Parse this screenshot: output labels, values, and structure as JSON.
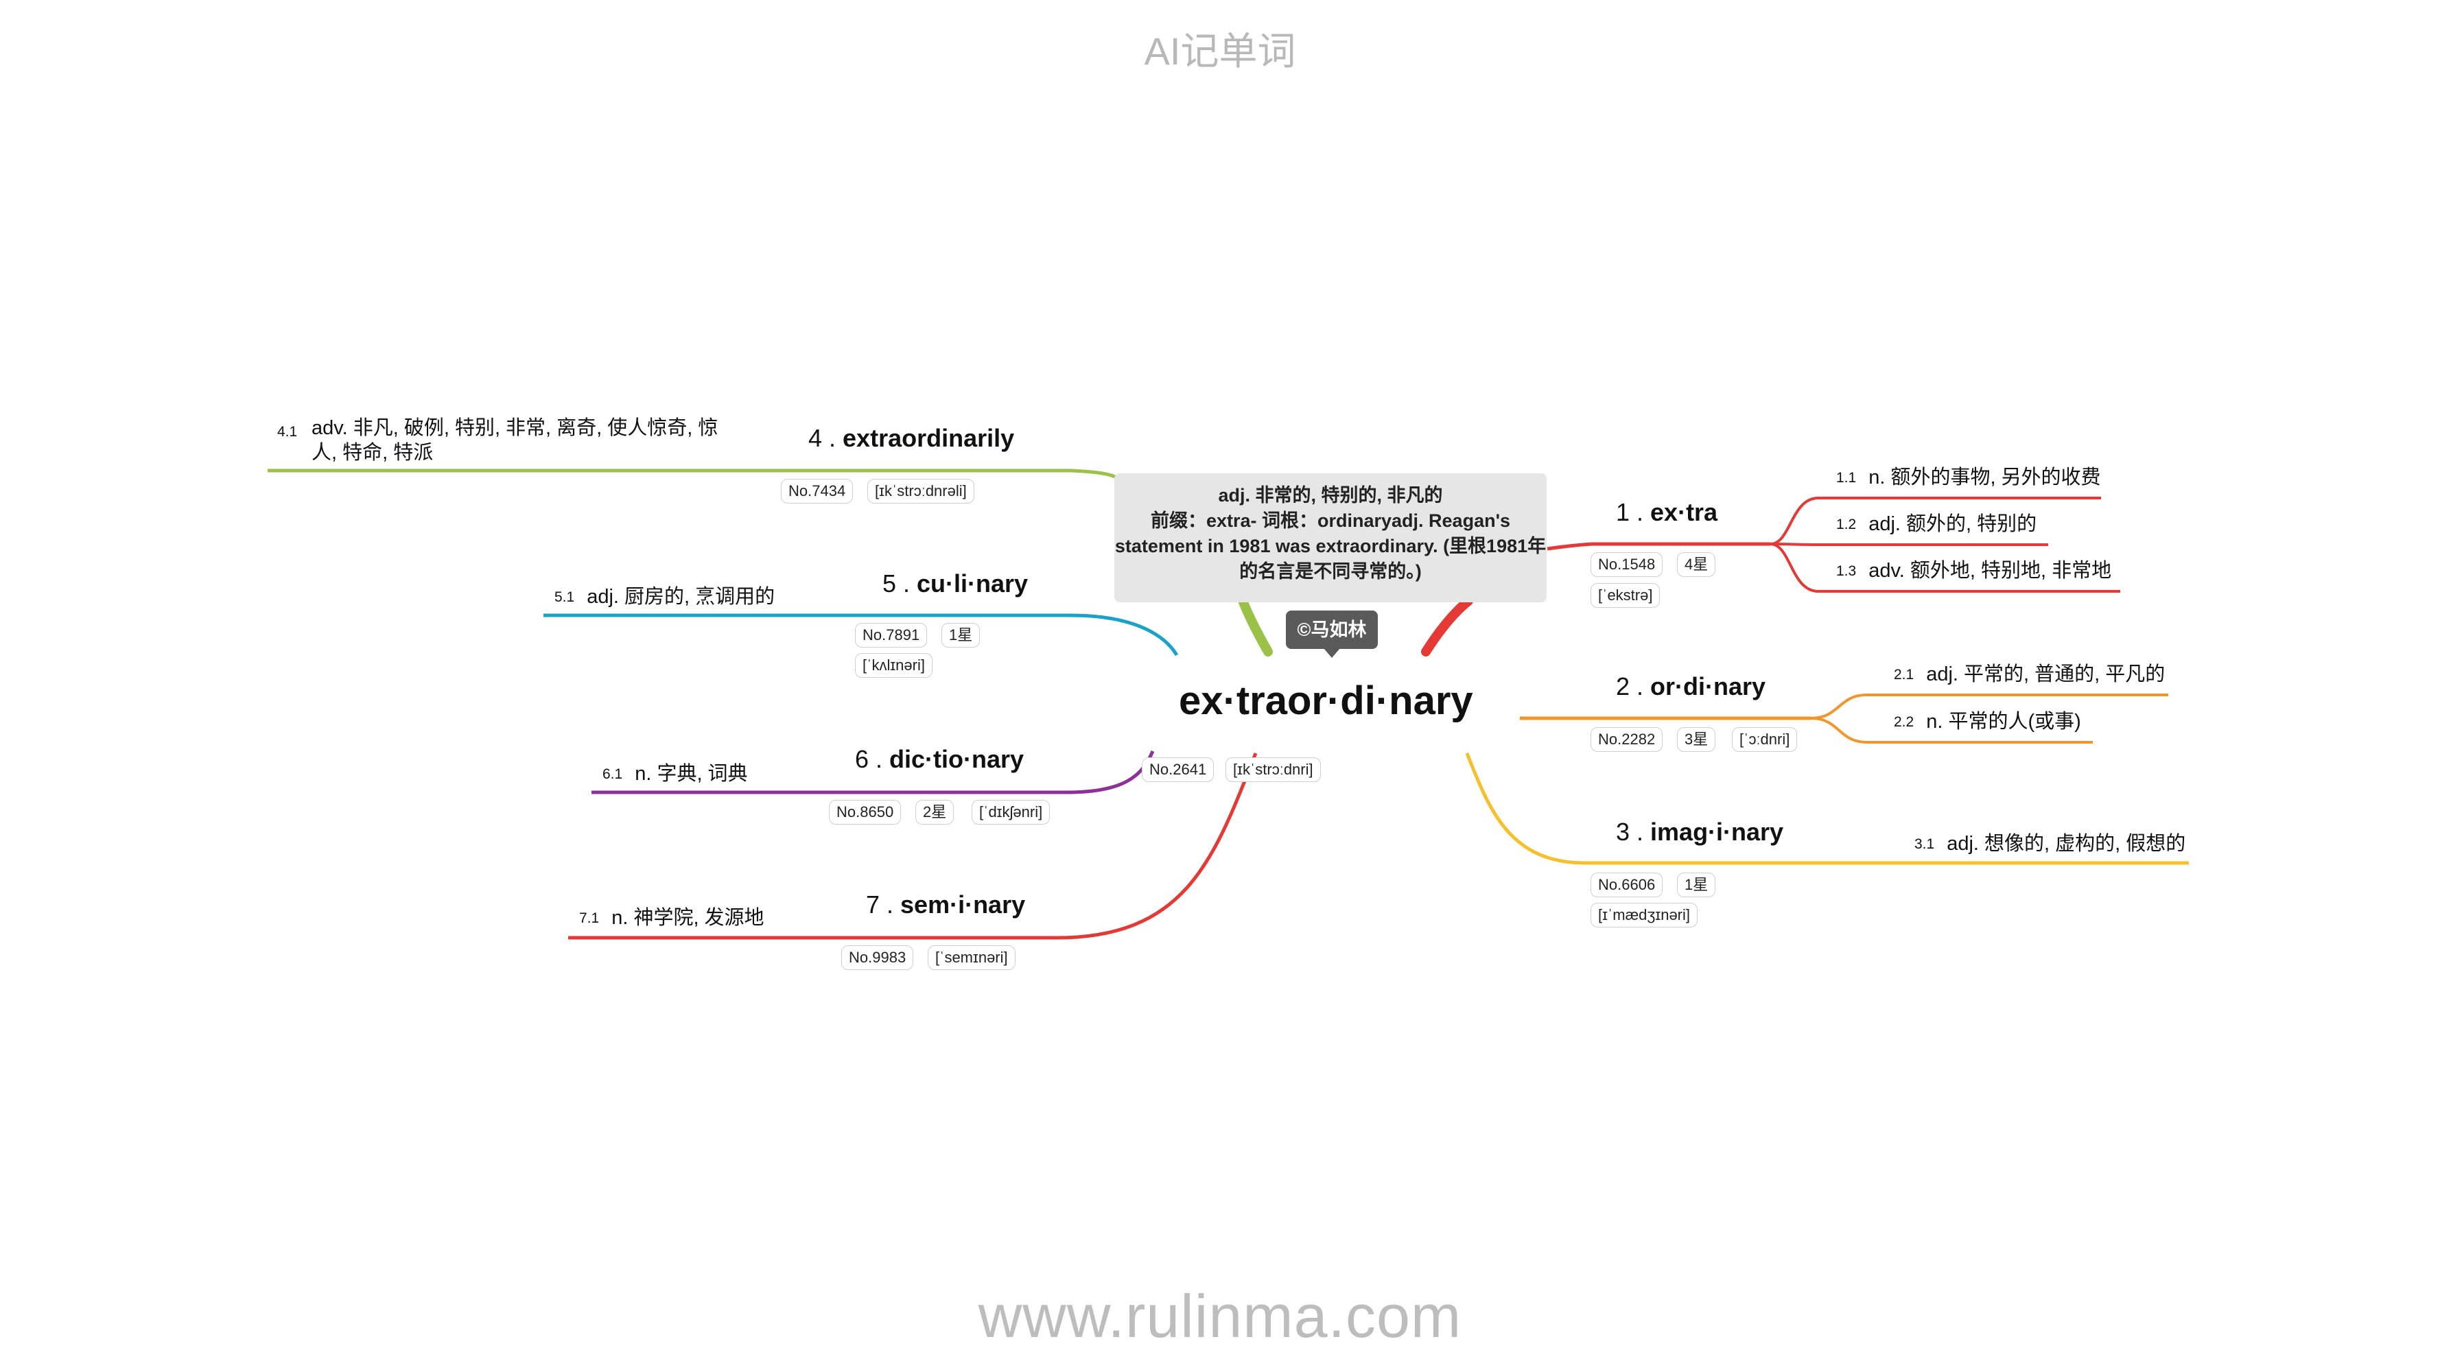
{
  "header": "AI记单词",
  "footer": "www.rulinma.com",
  "central": {
    "word": "ex·traor·di·nary",
    "no": "No.2641",
    "phonetic": "[ɪkˈstrɔːdnri]",
    "note": {
      "line1": "adj. 非常的, 特别的, 非凡的",
      "line2": "前缀：extra- 词根：ordinaryadj. Reagan's statement in 1981 was extraordinary. (里根1981年的名言是不同寻常的。)"
    },
    "copyright": "©马如林"
  },
  "branches": [
    {
      "num": "1 .",
      "word": "ex·tra",
      "no": "No.1548",
      "stars": "4星",
      "phonetic": "[ˈekstrə]",
      "color": "#e53935",
      "definitions": [
        {
          "n": "1.1",
          "text": "n. 额外的事物, 另外的收费"
        },
        {
          "n": "1.2",
          "text": "adj. 额外的, 特别的"
        },
        {
          "n": "1.3",
          "text": "adv. 额外地, 特别地, 非常地"
        }
      ]
    },
    {
      "num": "2 .",
      "word": "or·di·nary",
      "no": "No.2282",
      "stars": "3星",
      "phonetic": "[ˈɔːdnri]",
      "color": "#f0962a",
      "definitions": [
        {
          "n": "2.1",
          "text": "adj. 平常的, 普通的, 平凡的"
        },
        {
          "n": "2.2",
          "text": "n. 平常的人(或事)"
        }
      ]
    },
    {
      "num": "3 .",
      "word": "imag·i·nary",
      "no": "No.6606",
      "stars": "1星",
      "phonetic": "[ɪˈmædʒɪnəri]",
      "color": "#f5c02b",
      "definitions": [
        {
          "n": "3.1",
          "text": "adj. 想像的, 虚构的, 假想的"
        }
      ]
    },
    {
      "num": "4 .",
      "word": "extraordinarily",
      "no": "No.7434",
      "phonetic": "[ɪkˈstrɔːdnrəli]",
      "color": "#9bc246",
      "definitions": [
        {
          "n": "4.1",
          "text": "adv. 非凡, 破例, 特别, 非常, 离奇, 使人惊奇, 惊人, 特命, 特派"
        }
      ]
    },
    {
      "num": "5 .",
      "word": "cu·li·nary",
      "no": "No.7891",
      "stars": "1星",
      "phonetic": "[ˈkʌlɪnəri]",
      "color": "#1aa3c8",
      "definitions": [
        {
          "n": "5.1",
          "text": "adj. 厨房的, 烹调用的"
        }
      ]
    },
    {
      "num": "6 .",
      "word": "dic·tio·nary",
      "no": "No.8650",
      "stars": "2星",
      "phonetic": "[ˈdɪkʃənri]",
      "color": "#8e2f9a",
      "definitions": [
        {
          "n": "6.1",
          "text": "n. 字典, 词典"
        }
      ]
    },
    {
      "num": "7 .",
      "word": "sem·i·nary",
      "no": "No.9983",
      "phonetic": "[ˈsemɪnəri]",
      "color": "#e53935",
      "definitions": [
        {
          "n": "7.1",
          "text": "n. 神学院, 发源地"
        }
      ]
    }
  ]
}
